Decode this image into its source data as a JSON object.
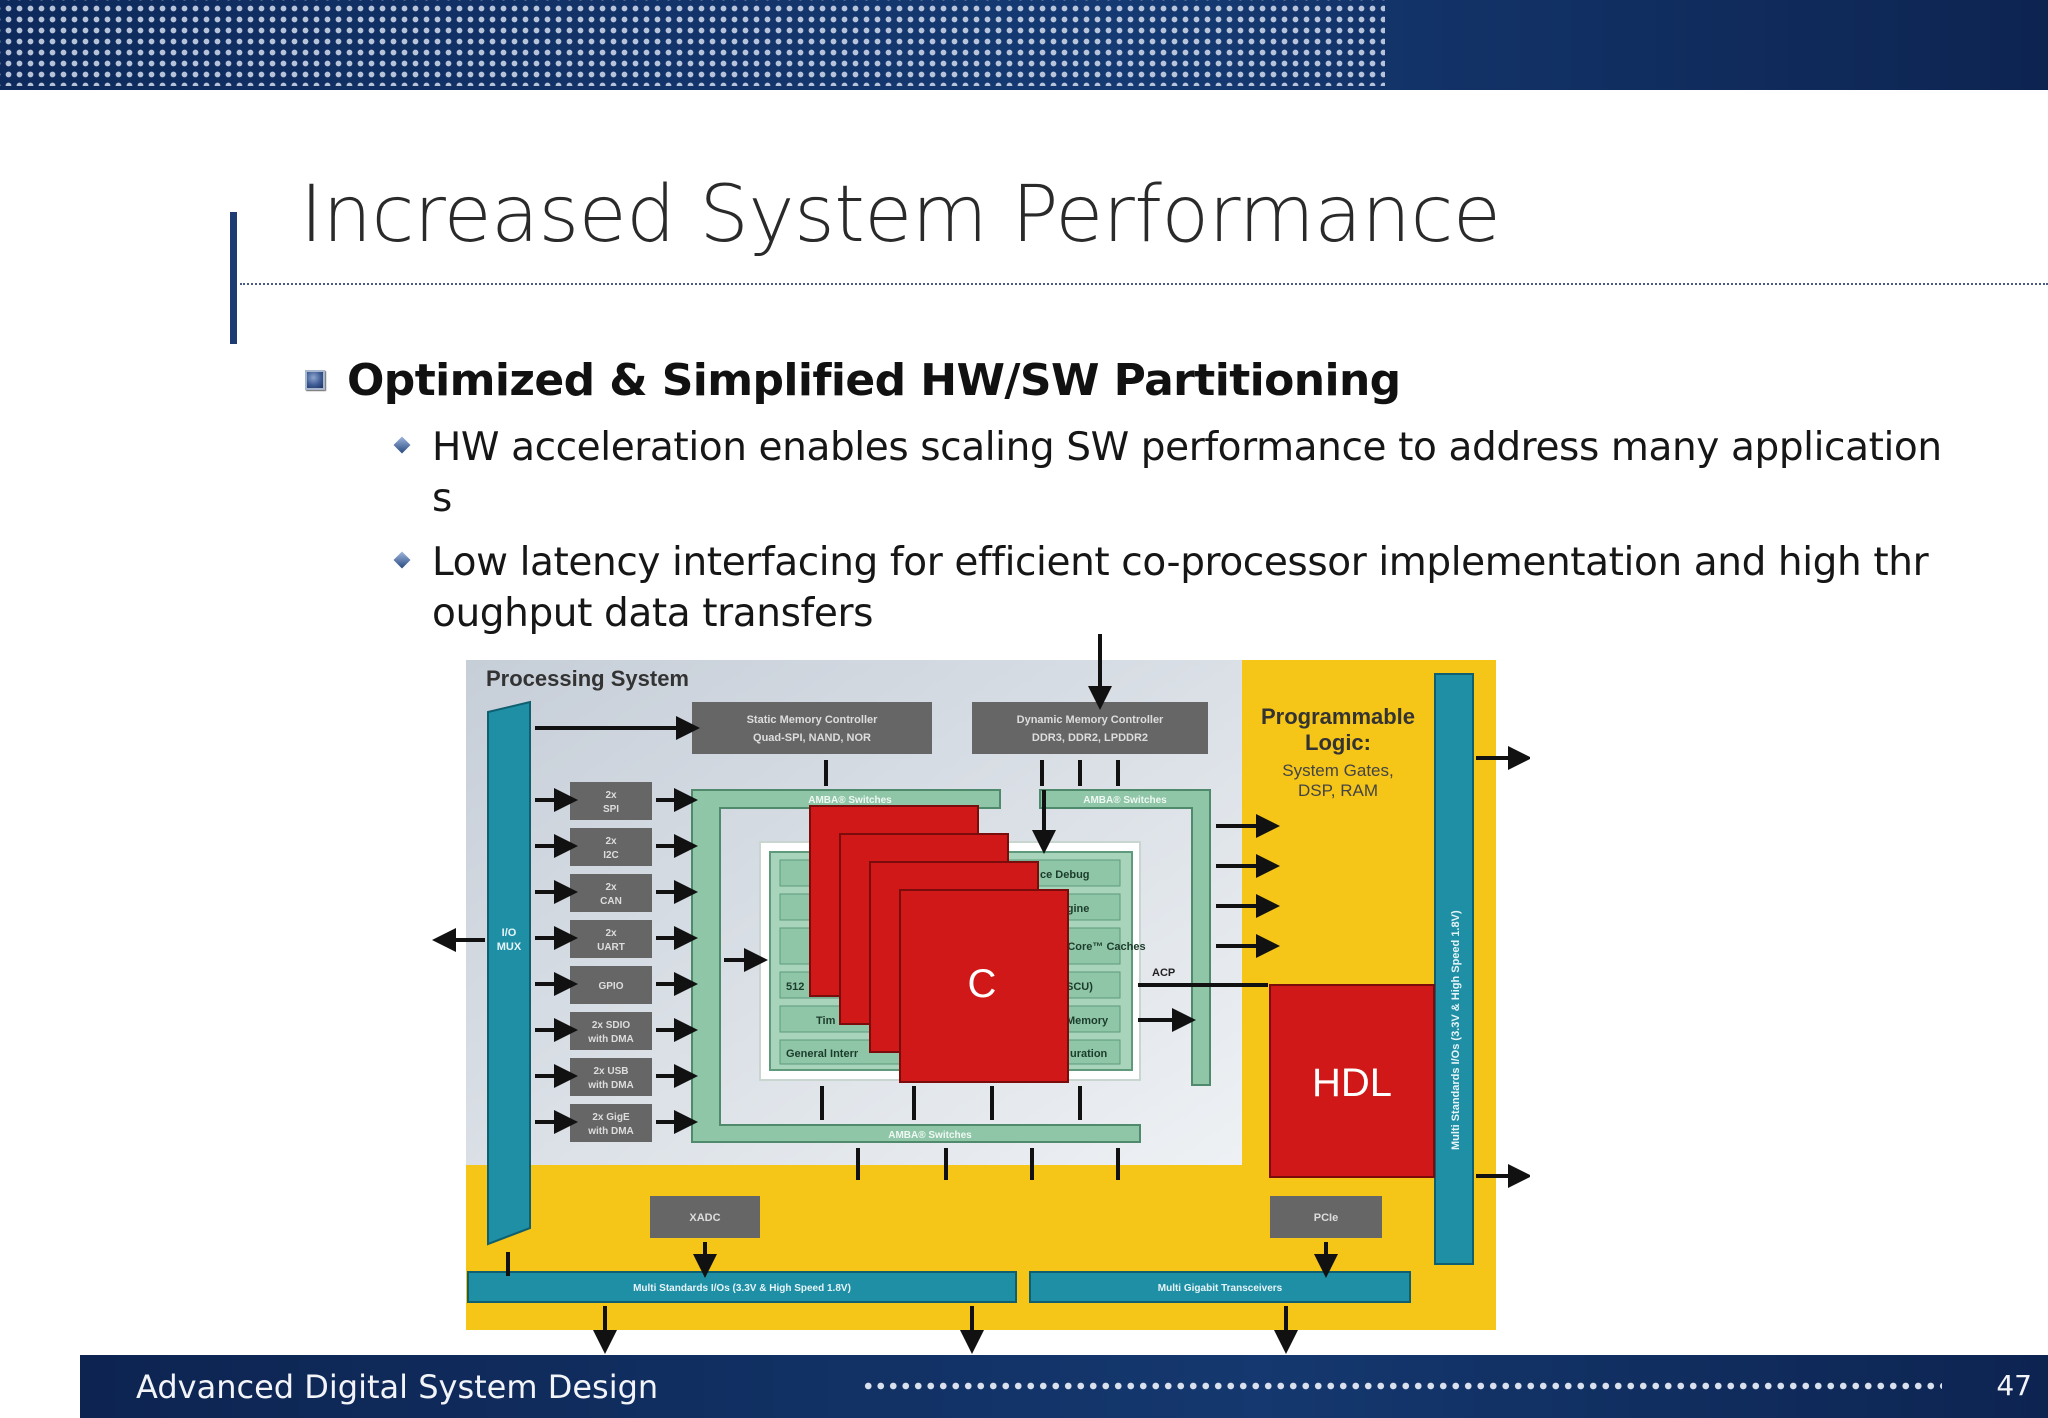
{
  "slide": {
    "title": "Increased System Performance",
    "bullets": [
      {
        "text": "Optimized & Simplified HW/SW Partitioning",
        "sub": [
          "HW acceleration enables scaling SW performance to address many application s",
          "Low latency interfacing for efficient co-processor implementation and high thr oughput data transfers"
        ]
      }
    ]
  },
  "diagram": {
    "ps_title": "Processing System",
    "pl_title_line1": "Programmable",
    "pl_title_line2": "Logic:",
    "pl_sub_line1": "System Gates,",
    "pl_sub_line2": "DSP, RAM",
    "static_mem_line1": "Static Memory Controller",
    "static_mem_line2": "Quad-SPI, NAND, NOR",
    "dynamic_mem_line1": "Dynamic Memory Controller",
    "dynamic_mem_line2": "DDR3, DDR2, LPDDR2",
    "amba_switches": "AMBA® Switches",
    "io_mux_line1": "I/O",
    "io_mux_line2": "MUX",
    "peripherals": [
      {
        "l1": "2x",
        "l2": "SPI"
      },
      {
        "l1": "2x",
        "l2": "I2C"
      },
      {
        "l1": "2x",
        "l2": "CAN"
      },
      {
        "l1": "2x",
        "l2": "UART"
      },
      {
        "l1": "GPIO",
        "l2": ""
      },
      {
        "l1": "2x SDIO",
        "l2": "with DMA"
      },
      {
        "l1": "2x USB",
        "l2": "with DMA"
      },
      {
        "l1": "2x GigE",
        "l2": "with DMA"
      }
    ],
    "core_rows": [
      "ce Debug",
      "ngine",
      "PCore™ Caches",
      "SCU)",
      "Memory",
      "uration"
    ],
    "core_left": [
      "512",
      "Tim",
      "General Interr"
    ],
    "acp": "ACP",
    "c_label": "C",
    "hdl_label": "HDL",
    "xadc": "XADC",
    "pcie": "PCIe",
    "multi_std_bottom": "Multi Standards I/Os (3.3V & High Speed 1.8V)",
    "multi_gigabit": "Multi Gigabit Transceivers",
    "multi_std_side": "Multi Standards I/Os (3.3V & High Speed 1.8V)",
    "colors": {
      "pl_yellow": "#f5c518",
      "teal": "#1f8fa6",
      "gray_block": "#666666",
      "green_block": "#8fc6a8",
      "red_block": "#d01818"
    }
  },
  "footer": {
    "course": "Advanced Digital System Design",
    "page": "47"
  }
}
